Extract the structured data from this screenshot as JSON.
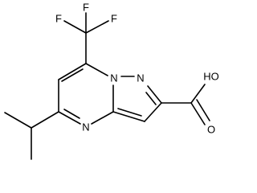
{
  "molecule": {
    "atoms": {
      "f1": "F",
      "f2": "F",
      "f3": "F",
      "n_bridge": "N",
      "n_pyrazole": "N",
      "n_pyrimidine": "N",
      "oh": "HO",
      "o_carbonyl": "O"
    }
  }
}
